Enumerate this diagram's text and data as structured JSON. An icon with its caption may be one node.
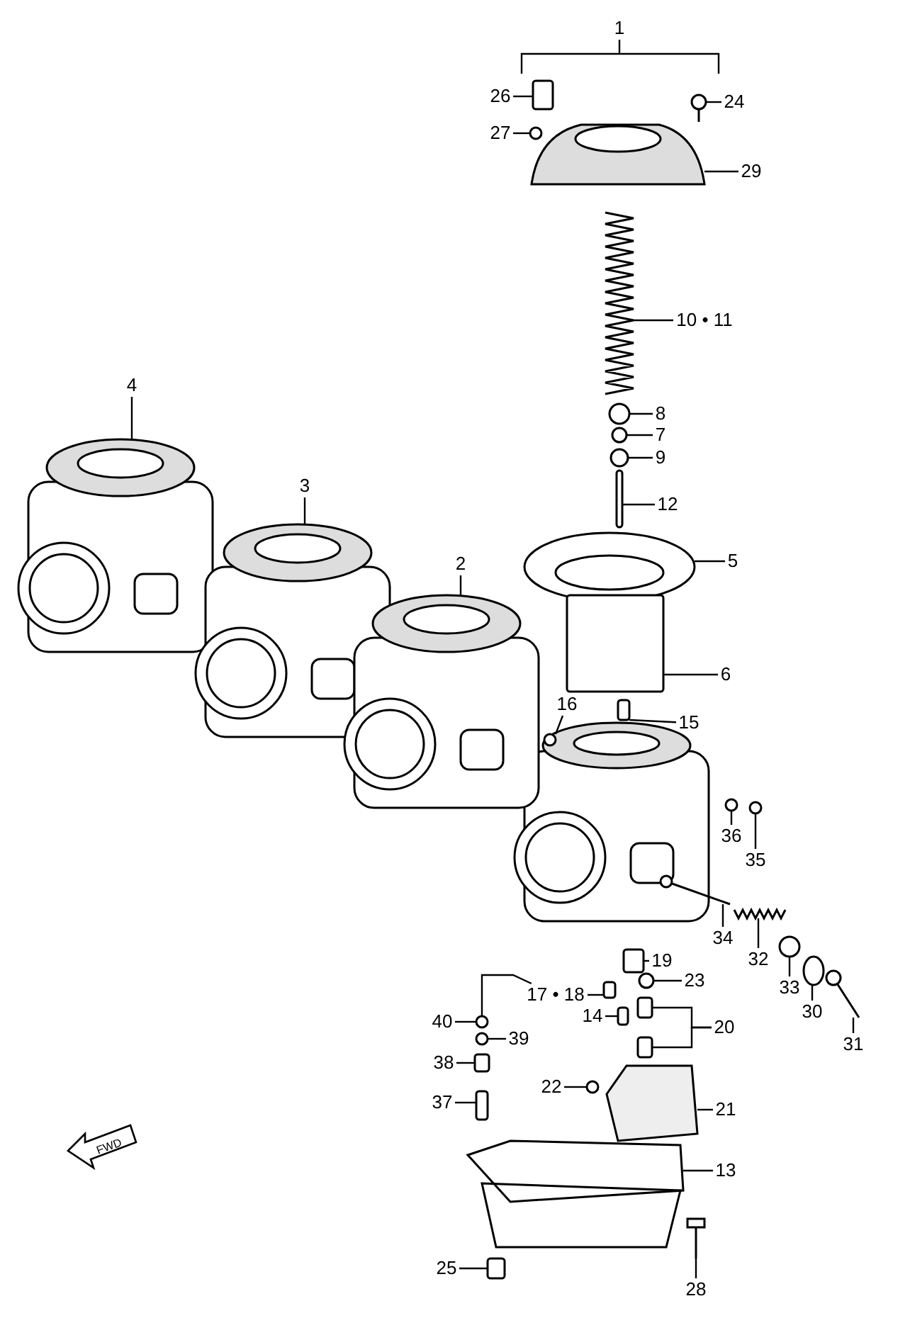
{
  "diagram": {
    "nodes": [
      {
        "text": [
          "1"
        ]
      },
      {
        "text": [
          "26"
        ]
      },
      {
        "text": [
          "24"
        ]
      },
      {
        "text": [
          "27"
        ]
      },
      {
        "text": [
          "29"
        ]
      },
      {
        "text": [
          "10 • 11"
        ]
      },
      {
        "text": [
          "4"
        ]
      },
      {
        "text": [
          "8"
        ]
      },
      {
        "text": [
          "7"
        ]
      },
      {
        "text": [
          "9"
        ]
      },
      {
        "text": [
          "3"
        ]
      },
      {
        "text": [
          "12"
        ]
      },
      {
        "text": [
          "2"
        ]
      },
      {
        "text": [
          "5"
        ]
      },
      {
        "text": [
          "6"
        ]
      },
      {
        "text": [
          "16"
        ]
      },
      {
        "text": [
          "15"
        ]
      },
      {
        "text": [
          "36"
        ]
      },
      {
        "text": [
          "35"
        ]
      },
      {
        "text": [
          "34"
        ]
      },
      {
        "text": [
          "32"
        ]
      },
      {
        "text": [
          "19"
        ]
      },
      {
        "text": [
          "17 • 18"
        ]
      },
      {
        "text": [
          "23"
        ]
      },
      {
        "text": [
          "33"
        ]
      },
      {
        "text": [
          "30"
        ]
      },
      {
        "text": [
          "31"
        ]
      },
      {
        "text": [
          "40"
        ]
      },
      {
        "text": [
          "39"
        ]
      },
      {
        "text": [
          "14"
        ]
      },
      {
        "text": [
          "20"
        ]
      },
      {
        "text": [
          "38"
        ]
      },
      {
        "text": [
          "22"
        ]
      },
      {
        "text": [
          "37"
        ]
      },
      {
        "text": [
          "21"
        ]
      },
      {
        "text": [
          "13"
        ]
      },
      {
        "text": [
          "25"
        ]
      },
      {
        "text": [
          "28"
        ]
      },
      {
        "text": [],
        "shape": "box"
      },
      {
        "text": [],
        "shape": "picture"
      },
      {
        "text": [],
        "shape": "circle"
      },
      {
        "text": [],
        "shape": "picture"
      },
      {
        "text": [],
        "shape": "picture"
      },
      {
        "text": [],
        "shape": "picture"
      },
      {
        "text": [],
        "shape": "circle"
      },
      {
        "text": [],
        "shape": "circle"
      },
      {
        "text": [],
        "shape": "circle"
      },
      {
        "text": [],
        "shape": "picture"
      },
      {
        "text": [],
        "shape": "box"
      },
      {
        "text": [],
        "shape": "picture"
      },
      {
        "text": [],
        "shape": "picture"
      },
      {
        "text": [],
        "shape": "box"
      },
      {
        "text": [],
        "shape": "circle"
      },
      {
        "text": [],
        "shape": "box"
      },
      {
        "text": [],
        "shape": "circle"
      },
      {
        "text": [],
        "shape": "circle"
      },
      {
        "text": [],
        "shape": "picture"
      },
      {
        "text": [],
        "shape": "picture"
      },
      {
        "text": [],
        "shape": "box"
      },
      {
        "text": [],
        "shape": "box"
      },
      {
        "text": [],
        "shape": "circle"
      },
      {
        "text": [],
        "shape": "circle"
      },
      {
        "text": [],
        "shape": "circle"
      },
      {
        "text": [],
        "shape": "circle"
      },
      {
        "text": [],
        "shape": "picture"
      },
      {
        "text": [],
        "shape": "circle"
      },
      {
        "text": [],
        "shape": "box"
      },
      {
        "text": [],
        "shape": "box"
      },
      {
        "text": [],
        "shape": "box"
      },
      {
        "text": [],
        "shape": "box"
      },
      {
        "text": [],
        "shape": "circle"
      },
      {
        "text": [],
        "shape": "box"
      },
      {
        "text": [],
        "shape": "picture"
      },
      {
        "text": [],
        "shape": "picture"
      },
      {
        "text": [],
        "shape": "box"
      },
      {
        "text": [],
        "shape": "picture"
      }
    ],
    "edges": [
      {
        "from": 1,
        "to": 38,
        "arrow": "none"
      },
      {
        "from": 2,
        "to": 39,
        "arrow": "none"
      },
      {
        "from": 3,
        "to": 40,
        "arrow": "none"
      },
      {
        "from": 4,
        "to": 41,
        "arrow": "none"
      },
      {
        "from": 5,
        "to": 42,
        "arrow": "none"
      },
      {
        "from": 6,
        "to": 43,
        "arrow": "none"
      },
      {
        "from": 7,
        "to": 44,
        "arrow": "none"
      },
      {
        "from": 8,
        "to": 45,
        "arrow": "none"
      },
      {
        "from": 9,
        "to": 46,
        "arrow": "none"
      },
      {
        "from": 10,
        "to": 47,
        "arrow": "none"
      },
      {
        "from": 11,
        "to": 48,
        "arrow": "none"
      },
      {
        "from": 12,
        "to": 49,
        "arrow": "none"
      },
      {
        "from": 13,
        "to": 50,
        "arrow": "none"
      },
      {
        "from": 14,
        "to": 51,
        "arrow": "none"
      },
      {
        "from": 15,
        "to": 52,
        "arrow": "none"
      },
      {
        "from": 16,
        "to": 53,
        "arrow": "none"
      },
      {
        "from": 17,
        "to": 54,
        "arrow": "none"
      },
      {
        "from": 18,
        "to": 55,
        "arrow": "none"
      },
      {
        "from": 19,
        "to": 56,
        "arrow": "none"
      },
      {
        "from": 20,
        "to": 57,
        "arrow": "none"
      },
      {
        "from": 21,
        "to": 58,
        "arrow": "none"
      },
      {
        "from": 22,
        "to": 59,
        "arrow": "none"
      },
      {
        "from": 22,
        "to": 60,
        "arrow": "none"
      },
      {
        "from": 23,
        "to": 61,
        "arrow": "none"
      },
      {
        "from": 24,
        "to": 62,
        "arrow": "none"
      },
      {
        "from": 25,
        "to": 63,
        "arrow": "none"
      },
      {
        "from": 26,
        "to": 64,
        "arrow": "none"
      },
      {
        "from": 27,
        "to": 60,
        "arrow": "none"
      },
      {
        "from": 28,
        "to": 65,
        "arrow": "none"
      },
      {
        "from": 29,
        "to": 66,
        "arrow": "none"
      },
      {
        "from": 30,
        "to": 67,
        "arrow": "none"
      },
      {
        "from": 30,
        "to": 68,
        "arrow": "none"
      },
      {
        "from": 31,
        "to": 69,
        "arrow": "none"
      },
      {
        "from": 32,
        "to": 70,
        "arrow": "none"
      },
      {
        "from": 33,
        "to": 71,
        "arrow": "none"
      },
      {
        "from": 34,
        "to": 72,
        "arrow": "none"
      },
      {
        "from": 35,
        "to": 73,
        "arrow": "none"
      },
      {
        "from": 36,
        "to": 74,
        "arrow": "none"
      },
      {
        "from": 37,
        "to": 75,
        "arrow": "none"
      }
    ],
    "labels": [
      "FWD"
    ]
  }
}
